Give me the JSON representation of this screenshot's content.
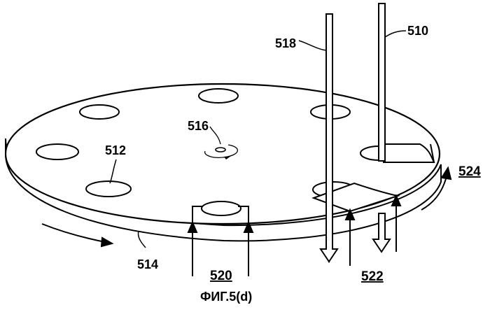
{
  "figure": {
    "caption": "ФИГ.5(d)",
    "labels": {
      "l510": "510",
      "l512": "512",
      "l514": "514",
      "l516": "516",
      "l518": "518",
      "l520": "520",
      "l522": "522",
      "l524": "524"
    }
  },
  "colors": {
    "line": "#000000",
    "background": "#ffffff"
  }
}
